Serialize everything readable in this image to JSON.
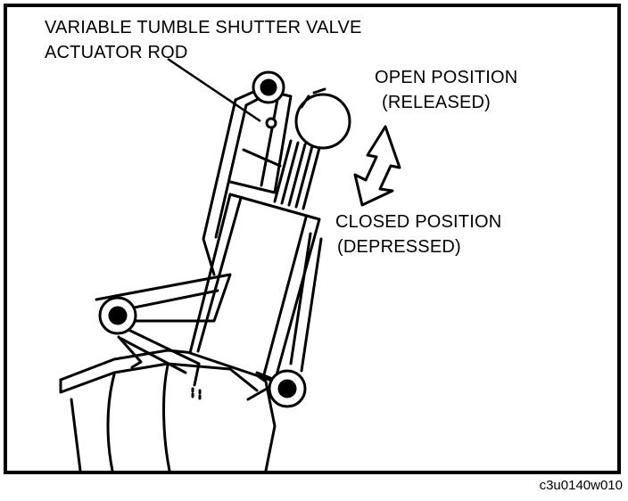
{
  "labels": {
    "actuator_line1": "VARIABLE TUMBLE SHUTTER VALVE",
    "actuator_line2": "ACTUATOR ROD",
    "open_line1": "OPEN POSITION",
    "open_line2": "(RELEASED)",
    "closed_line1": "CLOSED POSITION",
    "closed_line2": "(DEPRESSED)"
  },
  "figure_code": "c3u0140w010",
  "colors": {
    "ink": "#000000",
    "paper": "#ffffff"
  },
  "icons": {
    "direction_arrow": "double-arrow-icon"
  }
}
